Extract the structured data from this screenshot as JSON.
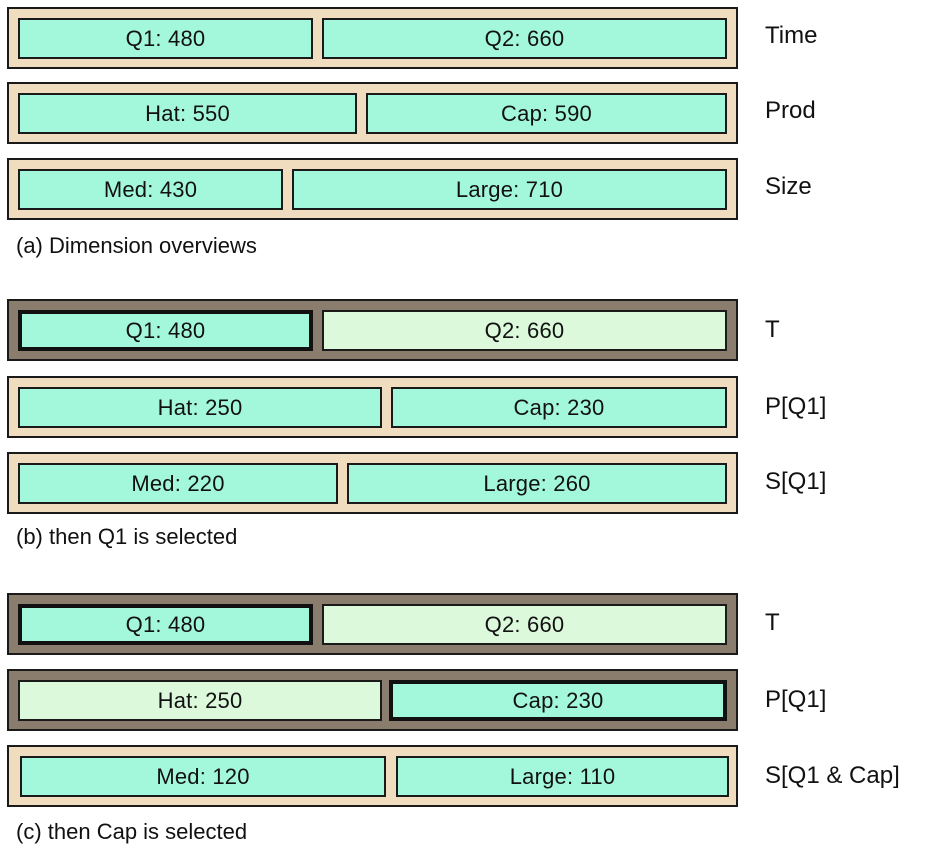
{
  "panels": [
    {
      "caption": "(a)  Dimension overviews",
      "rows": [
        {
          "label": "Time",
          "segments": [
            {
              "text": "Q1: 480"
            },
            {
              "text": "Q2: 660"
            }
          ]
        },
        {
          "label": "Prod",
          "segments": [
            {
              "text": "Hat: 550"
            },
            {
              "text": "Cap: 590"
            }
          ]
        },
        {
          "label": "Size",
          "segments": [
            {
              "text": "Med: 430"
            },
            {
              "text": "Large: 710"
            }
          ]
        }
      ]
    },
    {
      "caption": "(b)  then Q1  is selected",
      "rows": [
        {
          "label": "T",
          "segments": [
            {
              "text": "Q1: 480"
            },
            {
              "text": "Q2: 660"
            }
          ]
        },
        {
          "label": "P[Q1]",
          "segments": [
            {
              "text": "Hat: 250"
            },
            {
              "text": "Cap: 230"
            }
          ]
        },
        {
          "label": "S[Q1]",
          "segments": [
            {
              "text": "Med: 220"
            },
            {
              "text": "Large: 260"
            }
          ]
        }
      ]
    },
    {
      "caption": "(c)  then Cap is selected",
      "rows": [
        {
          "label": "T",
          "segments": [
            {
              "text": "Q1: 480"
            },
            {
              "text": "Q2: 660"
            }
          ]
        },
        {
          "label": "P[Q1]",
          "segments": [
            {
              "text": "Hat: 250"
            },
            {
              "text": "Cap: 230"
            }
          ]
        },
        {
          "label": "S[Q1 & Cap]",
          "segments": [
            {
              "text": "Med: 120"
            },
            {
              "text": "Large: 110"
            }
          ]
        }
      ]
    }
  ],
  "colors": {
    "segment": "#a3f8dc",
    "segment_unselected": "#dcf9dc",
    "bar_background": "#f0dcbf",
    "bar_background_active": "#8a7d6d",
    "border": "#1a1a1a"
  }
}
